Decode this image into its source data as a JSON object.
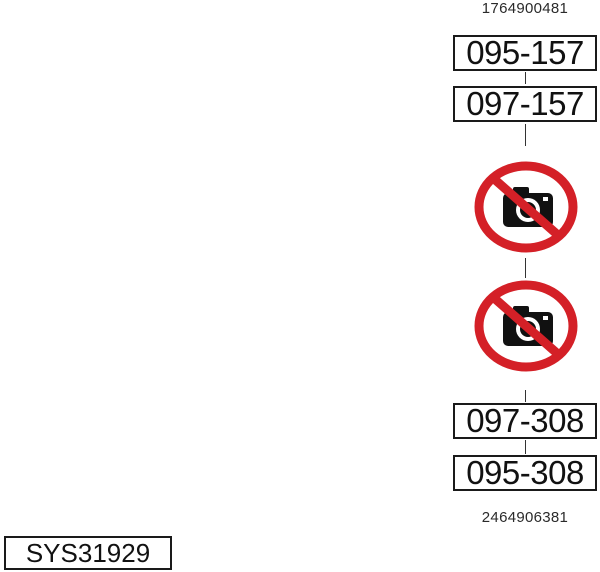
{
  "assembly": {
    "top_article_number": "1764900481",
    "bottom_article_number": "2464906381",
    "top_parts": [
      "095-157",
      "097-157"
    ],
    "bottom_parts": [
      "097-308",
      "095-308"
    ],
    "placeholders": [
      {
        "icon": "no-photo-icon",
        "ring_color": "#d42027",
        "camera_color": "#111111"
      },
      {
        "icon": "no-photo-icon",
        "ring_color": "#d42027",
        "camera_color": "#111111"
      }
    ]
  },
  "footer": {
    "system_id": "SYS31929"
  }
}
